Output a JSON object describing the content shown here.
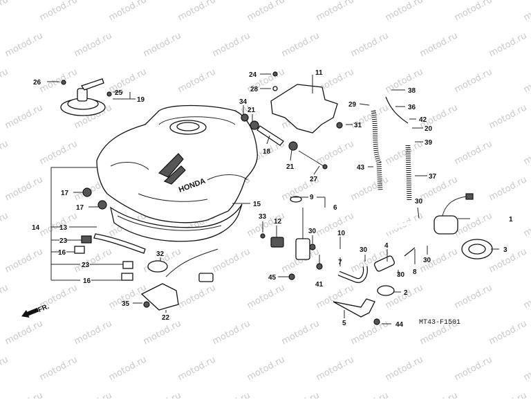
{
  "watermark": "motod.ru",
  "diagram_code": "MT43-F1501",
  "front_marker": "FR.",
  "tank_brand": "HONDA",
  "callouts": {
    "c1": "1",
    "c2": "2",
    "c3": "3",
    "c4": "4",
    "c5": "5",
    "c6": "6",
    "c7": "7",
    "c8": "8",
    "c9": "9",
    "c10": "10",
    "c11": "11",
    "c12": "12",
    "c13": "13",
    "c14": "14",
    "c15": "15",
    "c16a": "16",
    "c16b": "16",
    "c17a": "17",
    "c17b": "17",
    "c18": "18",
    "c19": "19",
    "c20": "20",
    "c21a": "21",
    "c21b": "21",
    "c22": "22",
    "c23a": "23",
    "c23b": "23",
    "c24": "24",
    "c25": "25",
    "c26": "26",
    "c27": "27",
    "c28": "28",
    "c29": "29",
    "c30a": "30",
    "c30b": "30",
    "c30c": "30",
    "c30d": "30",
    "c31": "31",
    "c32": "32",
    "c33": "33",
    "c34": "34",
    "c35": "35",
    "c36": "36",
    "c37": "37",
    "c38": "38",
    "c39": "39",
    "c41": "41",
    "c42": "42",
    "c43": "43",
    "c44": "44",
    "c45": "45"
  }
}
